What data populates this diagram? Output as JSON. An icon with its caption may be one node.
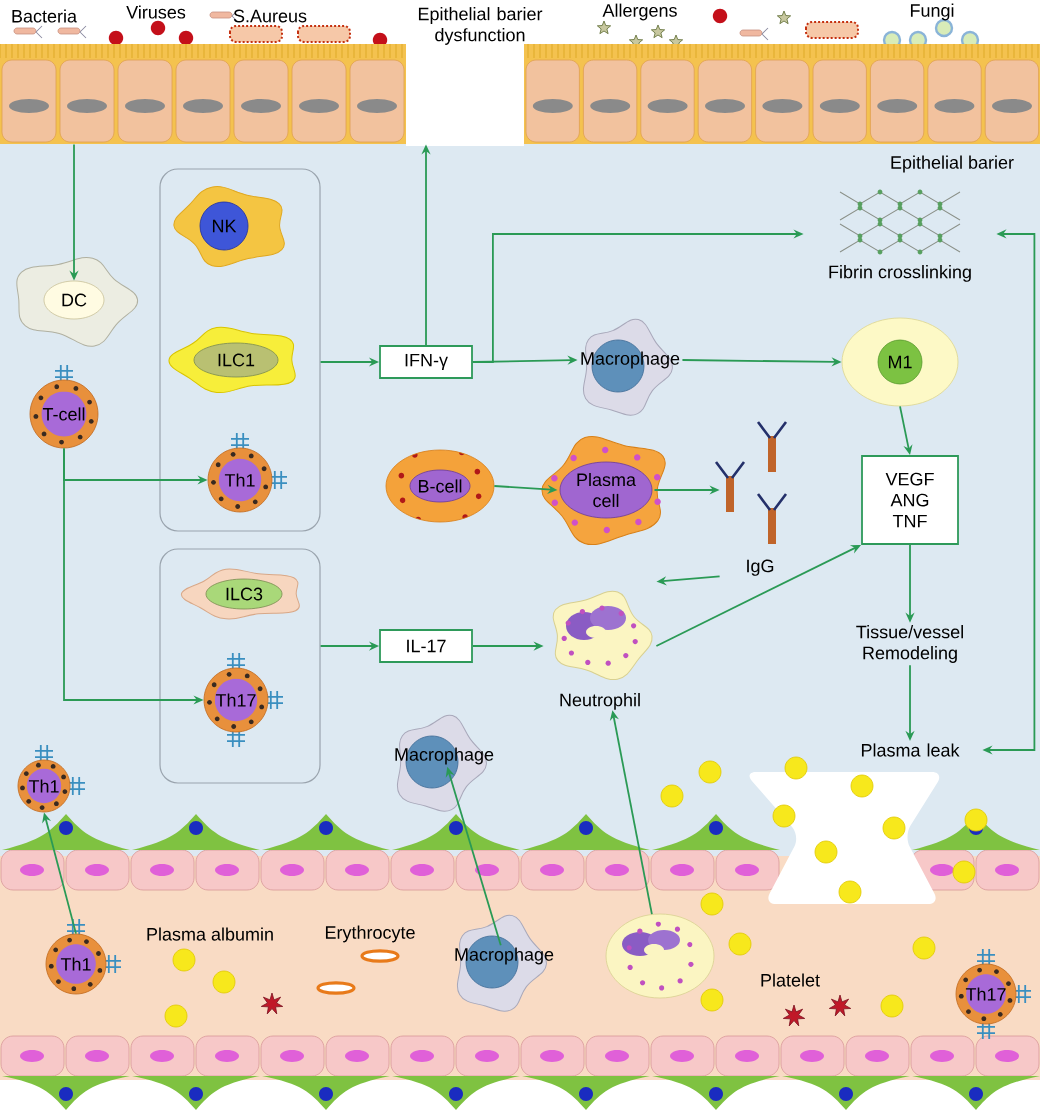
{
  "diagram": {
    "nodes": [
      {
        "text": [],
        "shape": "band"
      },
      {
        "text": [
          "DC"
        ]
      },
      {
        "text": [
          "T-cell"
        ]
      },
      {
        "text": [],
        "shape": "box"
      },
      {
        "text": [
          "NK"
        ],
        "in": 3
      },
      {
        "text": [
          "ILC1"
        ],
        "in": 3
      },
      {
        "text": [
          "Th1"
        ],
        "in": 3
      },
      {
        "text": [],
        "shape": "box"
      },
      {
        "text": [
          "ILC3"
        ],
        "in": 7
      },
      {
        "text": [
          "Th17"
        ],
        "in": 7
      },
      {
        "text": [
          "IFN-γ"
        ]
      },
      {
        "text": [
          "IL-17"
        ]
      },
      {
        "text": [
          "Macrophage"
        ]
      },
      {
        "text": [
          "Fibrin crosslinking"
        ]
      },
      {
        "text": [
          "M1"
        ]
      },
      {
        "text": [
          "B-cell"
        ]
      },
      {
        "text": [
          "Plasma cell"
        ]
      },
      {
        "text": [
          "IgG"
        ]
      },
      {
        "text": [
          "VEGF ANG TNF"
        ]
      },
      {
        "text": [
          "Neutrophil"
        ]
      },
      {
        "text": [
          "Tissue/vessel Remodeling"
        ]
      },
      {
        "text": [
          "Plasma leak"
        ]
      },
      {
        "text": [
          "Th1"
        ]
      },
      {
        "text": [
          "Th1"
        ]
      },
      {
        "text": [
          "Macrophage"
        ]
      },
      {
        "text": [
          "Macrophage"
        ]
      },
      {
        "text": [],
        "shape": "picture"
      },
      {
        "text": [
          "Th17"
        ]
      }
    ],
    "edges": [
      {
        "from": 0,
        "to": 1,
        "arrow": "to"
      },
      {
        "from": 2,
        "to": 6,
        "arrow": "to"
      },
      {
        "from": 2,
        "to": 9,
        "arrow": "to"
      },
      {
        "from": 3,
        "to": 10,
        "arrow": "to"
      },
      {
        "from": 10,
        "to": 0,
        "arrow": "to"
      },
      {
        "from": 10,
        "to": 12,
        "arrow": "to"
      },
      {
        "from": 10,
        "to": 13,
        "arrow": "to"
      },
      {
        "from": 12,
        "to": 14,
        "arrow": "to"
      },
      {
        "from": 14,
        "to": 18,
        "arrow": "to"
      },
      {
        "from": 15,
        "to": 16,
        "arrow": "to"
      },
      {
        "from": 16,
        "to": 17,
        "arrow": "to"
      },
      {
        "from": 17,
        "to": 19,
        "arrow": "to"
      },
      {
        "from": 19,
        "to": 18,
        "arrow": "to"
      },
      {
        "from": 7,
        "to": 11,
        "arrow": "to"
      },
      {
        "from": 11,
        "to": 19,
        "arrow": "to"
      },
      {
        "from": 18,
        "to": 20,
        "arrow": "to"
      },
      {
        "from": 20,
        "to": 21,
        "arrow": "to"
      },
      {
        "from": 21,
        "to": 13,
        "arrow": "both"
      },
      {
        "from": 23,
        "to": 22,
        "arrow": "to"
      },
      {
        "from": 25,
        "to": 24,
        "arrow": "to"
      },
      {
        "from": 26,
        "to": 19,
        "arrow": "to"
      }
    ],
    "labels": [
      "Bacteria",
      "Viruses",
      "S.Aureus",
      "Epithelial barier dysfunction",
      "Allergens",
      "Fungi",
      "Epithelial barier",
      "Plasma albumin",
      "Erythrocyte",
      "Platelet"
    ]
  }
}
